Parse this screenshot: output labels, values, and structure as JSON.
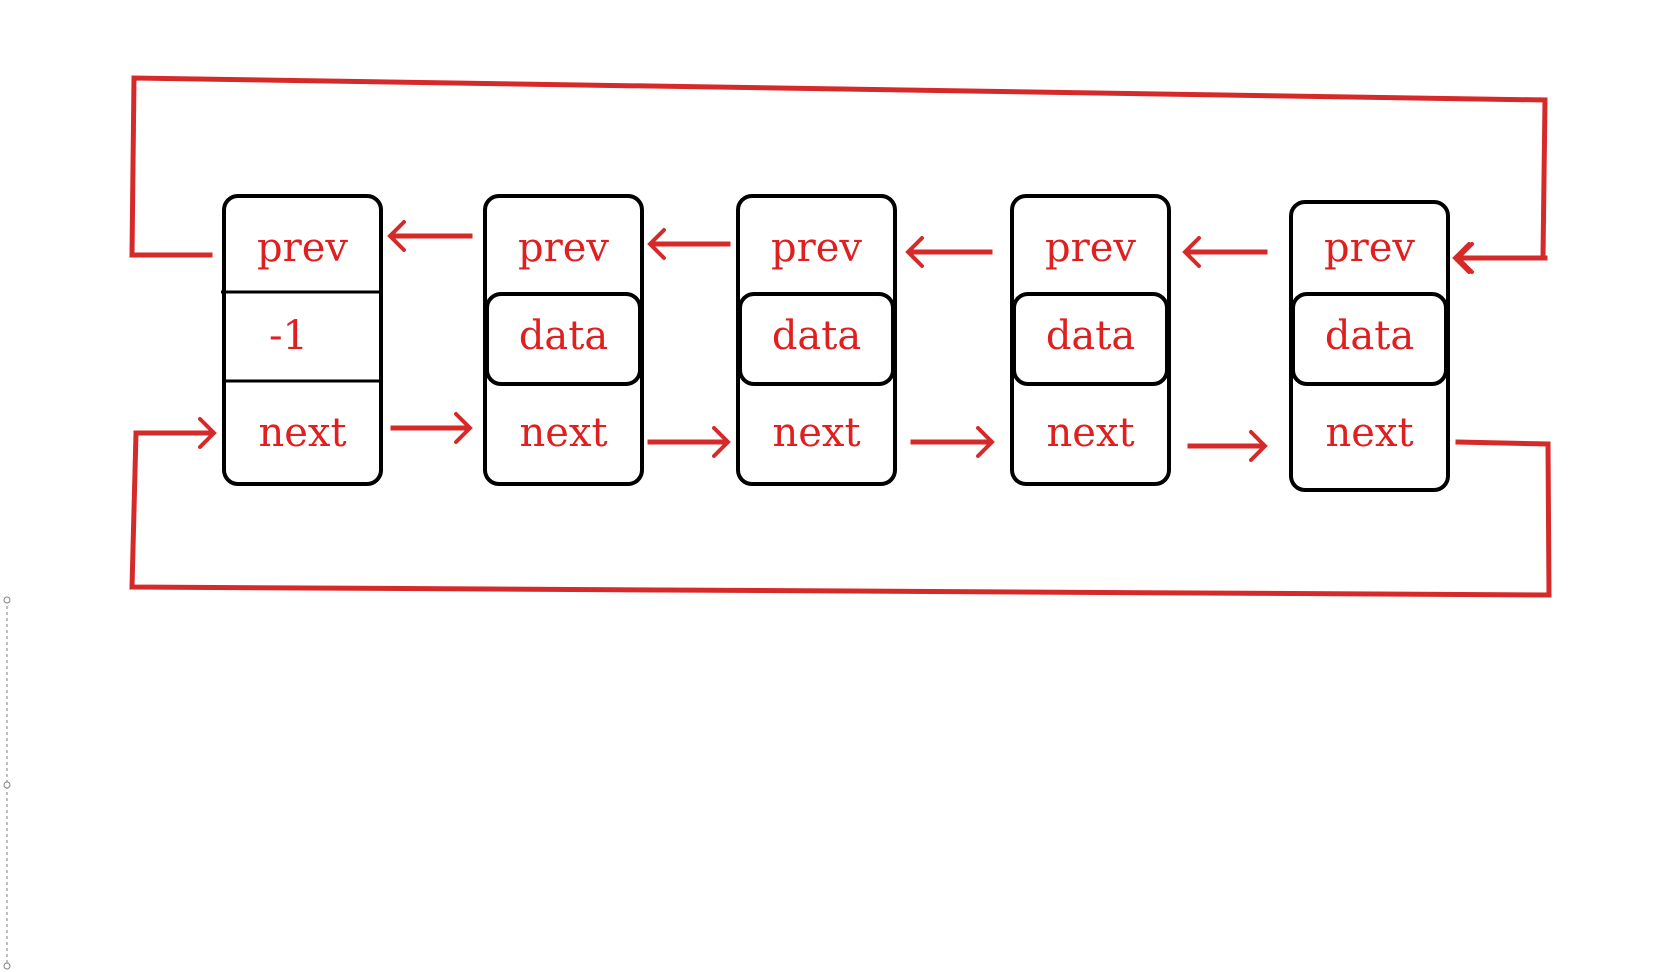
{
  "nodes": [
    {
      "prev": "prev",
      "data": "-1",
      "next": "next"
    },
    {
      "prev": "prev",
      "data": "data",
      "next": "next"
    },
    {
      "prev": "prev",
      "data": "data",
      "next": "next"
    },
    {
      "prev": "prev",
      "data": "data",
      "next": "next"
    },
    {
      "prev": "prev",
      "data": "data",
      "next": "next"
    }
  ],
  "colors": {
    "link": "#d62a2a",
    "text": "#e02020",
    "border": "#000000"
  }
}
